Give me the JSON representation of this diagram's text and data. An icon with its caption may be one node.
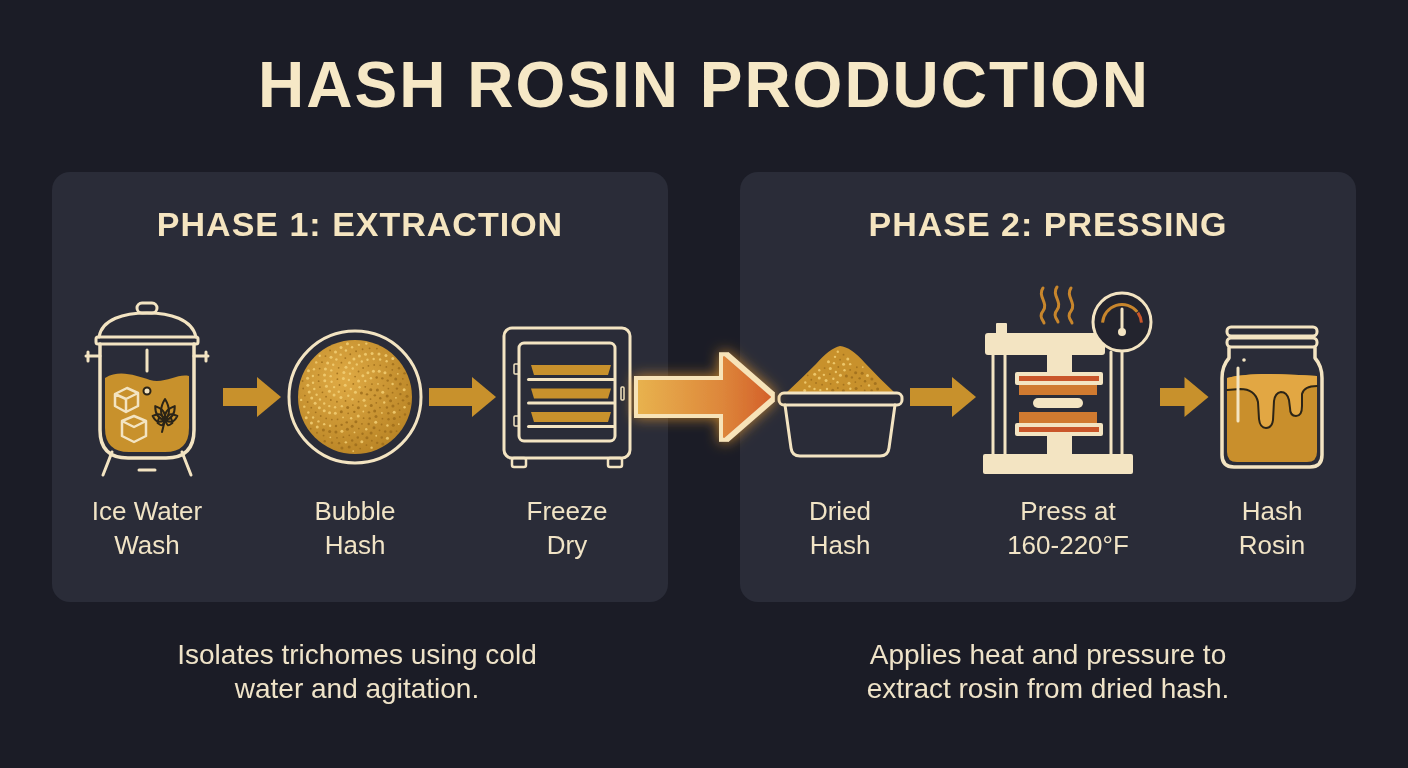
{
  "diagram": {
    "title": "HASH ROSIN PRODUCTION",
    "nodes": [
      {
        "text": [
          "PHASE 1: EXTRACTION"
        ],
        "beside": [
          "Isolates trichomes using cold water and agitation."
        ]
      },
      {
        "text": [
          "Ice Water Wash"
        ],
        "in": 0
      },
      {
        "text": [
          "Bubble Hash"
        ],
        "in": 0
      },
      {
        "text": [
          "Freeze Dry"
        ],
        "in": 0
      },
      {
        "text": [
          "PHASE 2: PRESSING"
        ],
        "beside": [
          "Applies heat and pressure to extract rosin from dried hash."
        ]
      },
      {
        "text": [
          "Dried Hash"
        ],
        "in": 4
      },
      {
        "text": [
          "Press at 160-220°F"
        ],
        "in": 4
      },
      {
        "text": [
          "Hash Rosin"
        ],
        "in": 4
      }
    ],
    "edges": [
      {
        "from": 1,
        "to": 2,
        "arrow": "to"
      },
      {
        "from": 2,
        "to": 3,
        "arrow": "to"
      },
      {
        "from": 3,
        "to": 5,
        "arrow": "to",
        "style": "thick",
        "color": "#d4612a"
      },
      {
        "from": 5,
        "to": 6,
        "arrow": "to"
      },
      {
        "from": 6,
        "to": 7,
        "arrow": "to"
      }
    ]
  }
}
